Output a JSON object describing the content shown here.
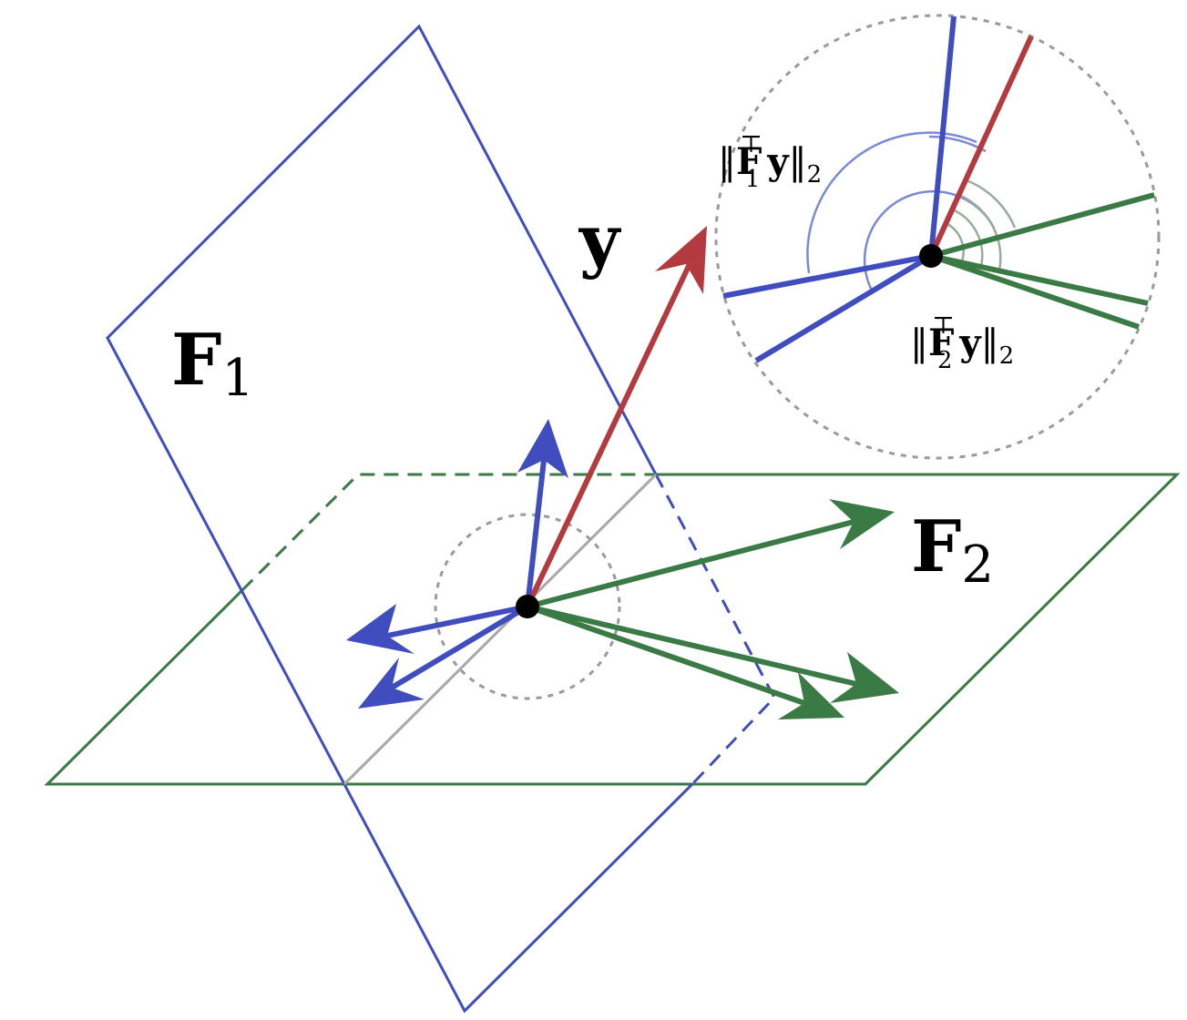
{
  "labels": {
    "vector_y": "y",
    "plane_f1": {
      "base": "F",
      "sub": "1"
    },
    "plane_f2": {
      "base": "F",
      "sub": "2"
    },
    "norm_f1": {
      "open": "‖",
      "base": "F",
      "sub": "1",
      "sup": "⊤",
      "vec": "y",
      "close": "‖",
      "norm_sub": "2"
    },
    "norm_f2": {
      "open": "‖",
      "base": "F",
      "sub": "2",
      "sup": "⊤",
      "vec": "y",
      "close": "‖",
      "norm_sub": "2"
    }
  },
  "colors": {
    "f1_blue": "#3f4dbf",
    "f1_arc_light": "#7b8ad6",
    "f2_green": "#3a7a45",
    "f2_arc_light": "#97ad9c",
    "y_red": "#b33a3e",
    "guide_gray": "#a8a8a8",
    "zoom_circle_gray": "#9a9a9a",
    "origin_black": "#000000"
  }
}
